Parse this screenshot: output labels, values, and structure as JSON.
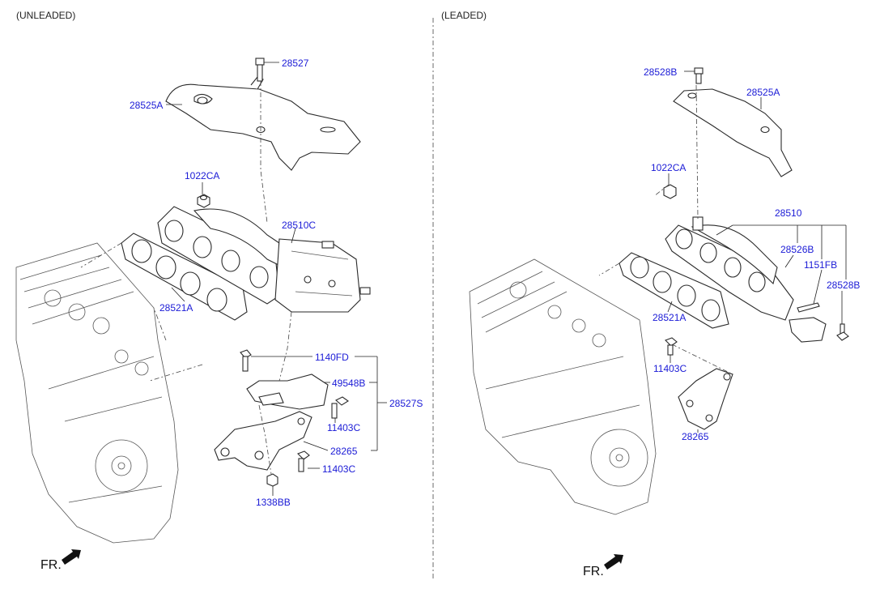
{
  "sections": {
    "left_title": "(UNLEADED)",
    "right_title": "(LEADED)"
  },
  "unleaded_labels": {
    "p28527": "28527",
    "p28525A": "28525A",
    "p1022CA": "1022CA",
    "p28510C": "28510C",
    "p28521A": "28521A",
    "p1140FD": "1140FD",
    "p49548B": "49548B",
    "p28527S": "28527S",
    "p11403C_a": "11403C",
    "p28265": "28265",
    "p11403C_b": "11403C",
    "p1338BB": "1338BB"
  },
  "leaded_labels": {
    "p28528B_top": "28528B",
    "p28525A": "28525A",
    "p1022CA": "1022CA",
    "p28510": "28510",
    "p28526B": "28526B",
    "p1151FB": "1151FB",
    "p28528B": "28528B",
    "p28521A": "28521A",
    "p11403C": "11403C",
    "p28265": "28265"
  },
  "front_marker": {
    "left": "FR.",
    "right": "FR."
  },
  "colors": {
    "label": "#1a1ad6",
    "line": "#2a2a2a",
    "background": "#ffffff"
  }
}
